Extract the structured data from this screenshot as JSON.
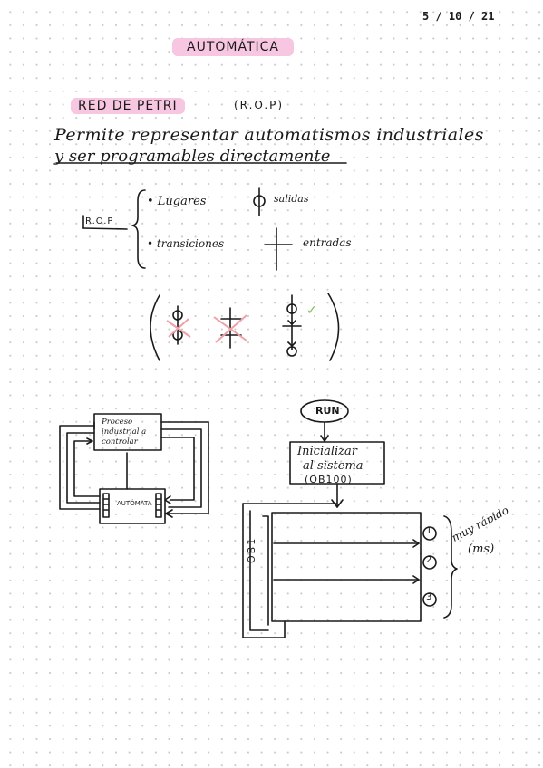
{
  "date": "5 / 10 / 21",
  "title": "AUTOMÁTICA",
  "section": {
    "heading": "RED DE PETRI",
    "abbr": "(R.O.P)"
  },
  "definition": {
    "line1": "Permite representar automatismos industriales",
    "line2": "y ser programables directamente"
  },
  "rop": {
    "box_label": "R.O.P",
    "item1": "• Lugares",
    "item1_symbol_label": "salidas",
    "item2": "• transiciones",
    "item2_symbol_label": "entradas",
    "check": "✓"
  },
  "loop_diagram": {
    "process_label": "Proceso industrial a controlar",
    "automata_label": "AUTÓMATA"
  },
  "flow": {
    "run_label": "RUN",
    "init_line1": "Inicializar",
    "init_line2": "al sistema",
    "init_line3": "(OB100)",
    "cycle_label": "OB1",
    "steps": [
      "1",
      "2",
      "3"
    ],
    "speed_line1": "muy rápido",
    "speed_line2": "(ms)"
  }
}
